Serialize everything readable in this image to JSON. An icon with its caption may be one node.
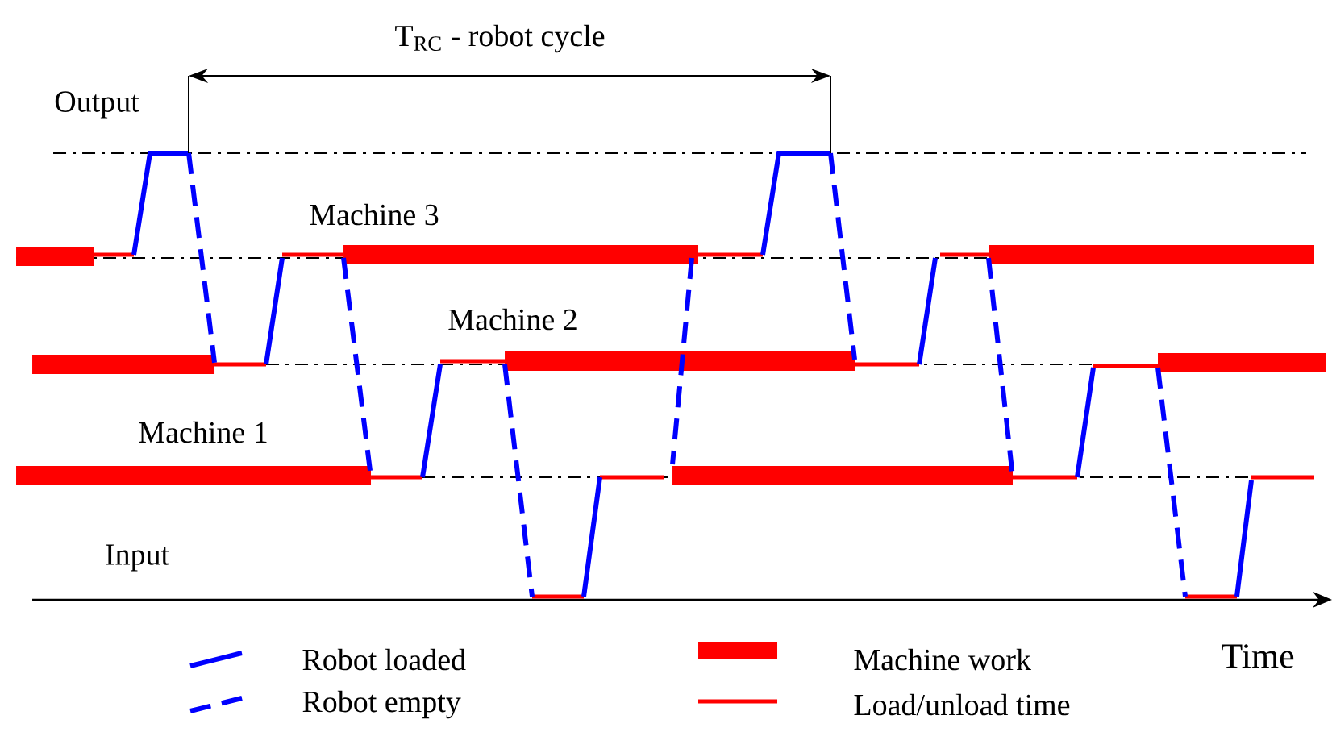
{
  "diagram": {
    "labels": [
      "T$_{RC}$ - robot cycle",
      "Output",
      "Machine 3",
      "Machine 2",
      "Machine 1",
      "Input",
      "Time"
    ],
    "legend": [
      {
        "text": "Robot loaded"
      },
      {
        "text": "Robot empty"
      },
      {
        "text": "Machine work",
        "color": "#ff0000"
      },
      {
        "text": "Load/unload time"
      }
    ]
  }
}
